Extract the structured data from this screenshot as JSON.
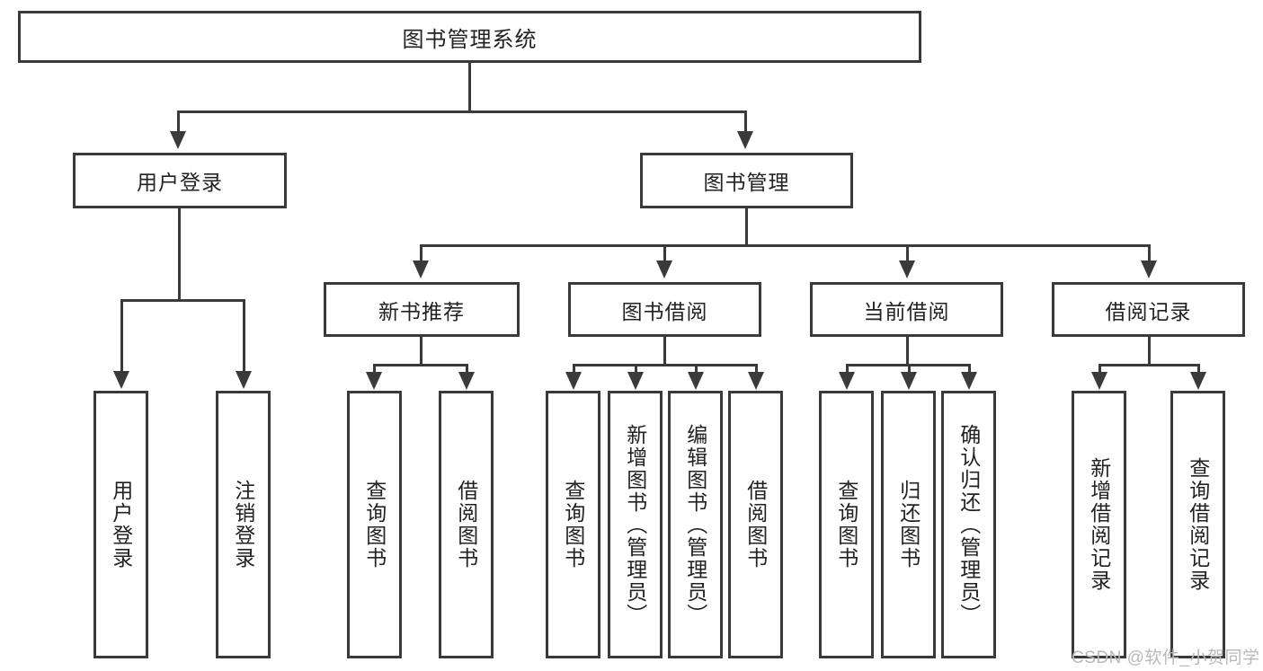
{
  "diagram": {
    "title": "图书管理系统",
    "type": "hierarchy-tree",
    "root": {
      "label": "图书管理系统"
    },
    "level2": [
      {
        "label": "用户登录"
      },
      {
        "label": "图书管理"
      }
    ],
    "level3": [
      {
        "label": "新书推荐"
      },
      {
        "label": "图书借阅"
      },
      {
        "label": "当前借阅"
      },
      {
        "label": "借阅记录"
      }
    ],
    "leaves": {
      "user_login": [
        {
          "label": "用户登录"
        },
        {
          "label": "注销登录"
        }
      ],
      "new_book_recommend": [
        {
          "label": "查询图书"
        },
        {
          "label": "借阅图书"
        }
      ],
      "book_borrow": [
        {
          "label": "查询图书"
        },
        {
          "label": "新增图书（管理员）"
        },
        {
          "label": "编辑图书（管理员）"
        },
        {
          "label": "借阅图书"
        }
      ],
      "current_borrow": [
        {
          "label": "查询图书"
        },
        {
          "label": "归还图书"
        },
        {
          "label": "确认归还（管理员）"
        }
      ],
      "borrow_record": [
        {
          "label": "新增借阅记录"
        },
        {
          "label": "查询借阅记录"
        }
      ]
    }
  },
  "watermark": {
    "text": "CSDN @软件_小贺同学"
  },
  "colors": {
    "stroke": "#3a3a3a",
    "text": "#222222",
    "background": "#ffffff",
    "watermark": "#b9b9b9"
  }
}
